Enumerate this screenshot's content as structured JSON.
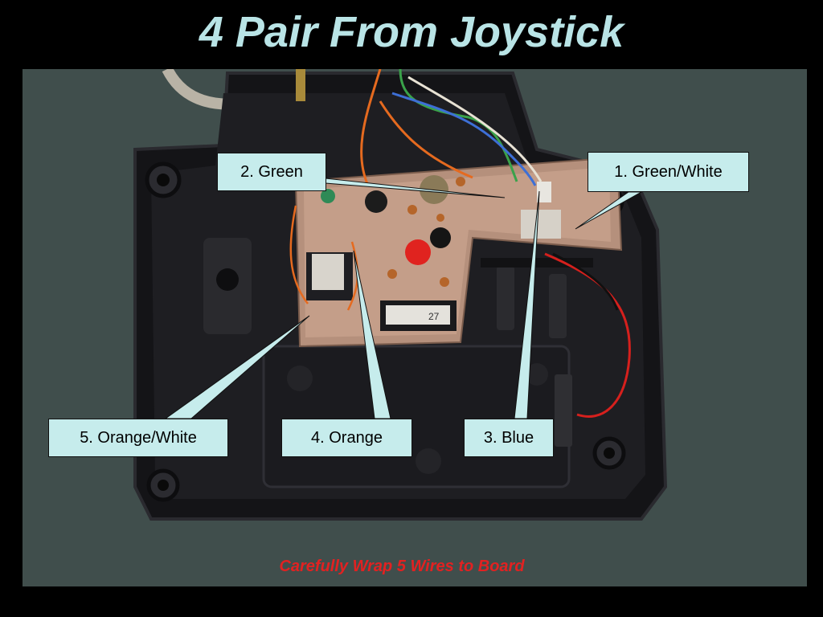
{
  "slide": {
    "title": "4 Pair From Joystick",
    "caption": "Carefully Wrap 5 Wires to Board"
  },
  "labels": {
    "green": "2. Green",
    "green_white": "1. Green/White",
    "orange_white": "5. Orange/White",
    "orange": "4. Orange",
    "blue": "3. Blue"
  },
  "chip_marking": "27",
  "colors": {
    "title": "#b9e4e6",
    "label_fill": "#c6ecec",
    "caption": "#ff1a1a",
    "background": "#000000"
  }
}
